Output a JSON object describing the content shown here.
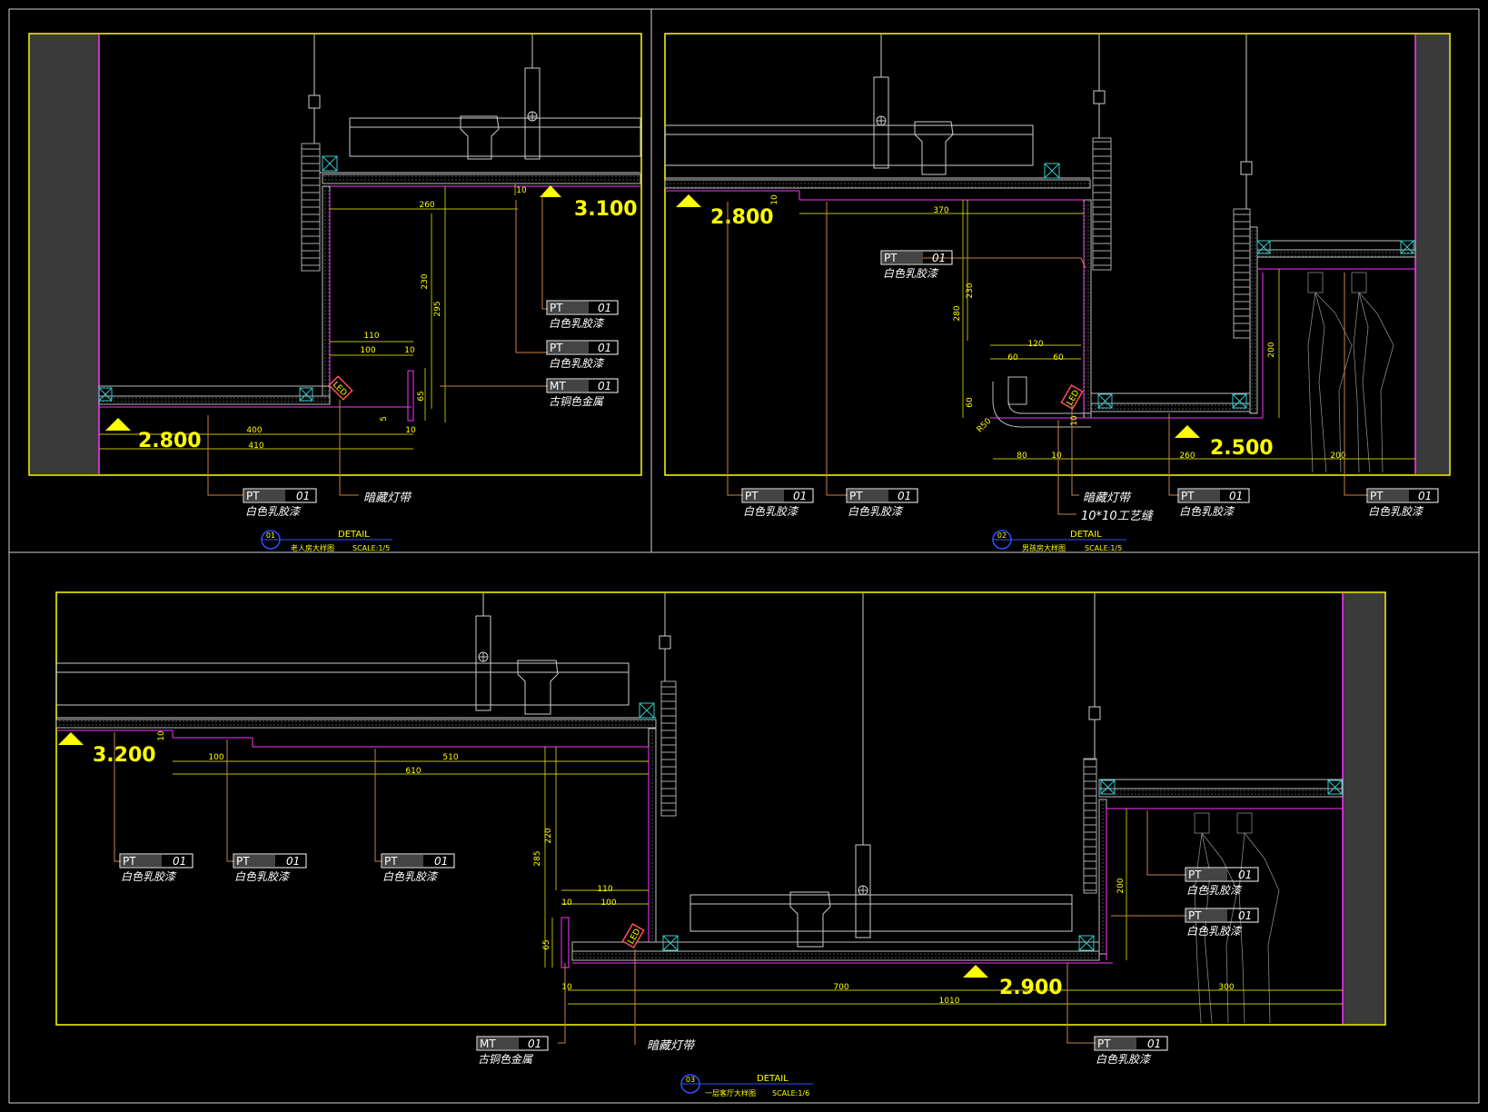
{
  "colors": {
    "bg": "#000000",
    "yellow": "#ffff00",
    "white": "#ffffff",
    "brown": "#c8824a",
    "magenta": "#ff33ff",
    "cyan": "#33cccc",
    "gray": "#3a3a3a",
    "dim": "#b0b0b0",
    "blue": "#3050ff",
    "red": "#ff2020"
  },
  "tags": {
    "pt": "PT",
    "mt": "MT",
    "num": "01",
    "white_latex": "白色乳胶漆",
    "bronze_metal": "古铜色金属",
    "hidden_light": "暗藏灯带",
    "groove": "10*10工艺缝",
    "led": "LED"
  },
  "detail1": {
    "level_top": "3.100",
    "level_bottom": "2.800",
    "detail_word": "DETAIL",
    "num": "01",
    "title": "老人房大样图",
    "scale": "SCALE:1/5",
    "dims": [
      "260",
      "10",
      "230",
      "295",
      "110",
      "100",
      "10",
      "65",
      "5",
      "400",
      "10",
      "410"
    ]
  },
  "detail2": {
    "level_left": "2.800",
    "level_right": "2.500",
    "detail_word": "DETAIL",
    "num": "02",
    "title": "男孩房大样图",
    "scale": "SCALE:1/5",
    "dims": [
      "10",
      "370",
      "230",
      "280",
      "120",
      "60",
      "60",
      "60",
      "R50",
      "10",
      "200",
      "80",
      "10",
      "260",
      "200"
    ]
  },
  "detail3": {
    "level_left": "3.200",
    "level_right": "2.900",
    "detail_word": "DETAIL",
    "num": "03",
    "title": "一层客厅大样图",
    "scale": "SCALE:1/6",
    "dims": [
      "10",
      "100",
      "510",
      "610",
      "220",
      "285",
      "110",
      "100",
      "10",
      "65",
      "10",
      "700",
      "1010",
      "300",
      "200"
    ]
  }
}
